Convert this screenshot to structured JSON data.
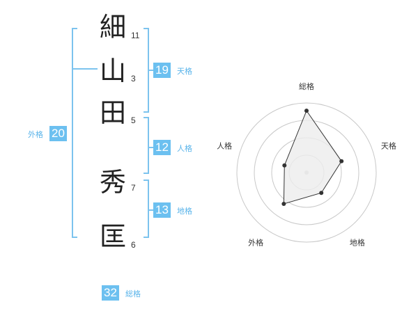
{
  "name": {
    "chars": [
      "細",
      "山",
      "田",
      "秀",
      "匡"
    ],
    "strokes": [
      "11",
      "3",
      "5",
      "7",
      "6"
    ]
  },
  "grids": {
    "tenkaku": {
      "value": "19",
      "label": "天格"
    },
    "jinkaku": {
      "value": "12",
      "label": "人格"
    },
    "chikaku": {
      "value": "13",
      "label": "地格"
    },
    "gaikaku": {
      "value": "20",
      "label": "外格"
    },
    "soukaku": {
      "value": "32",
      "label": "総格"
    }
  },
  "colors": {
    "accent": "#6cc0f0",
    "bracket": "#7cc3ee"
  },
  "chart_data": {
    "type": "radar",
    "axes": [
      "総格",
      "天格",
      "地格",
      "外格",
      "人格"
    ],
    "values": [
      32,
      19,
      13,
      20,
      12
    ],
    "rings": 4,
    "marker_color": "#333333",
    "fill": "#ececec"
  }
}
